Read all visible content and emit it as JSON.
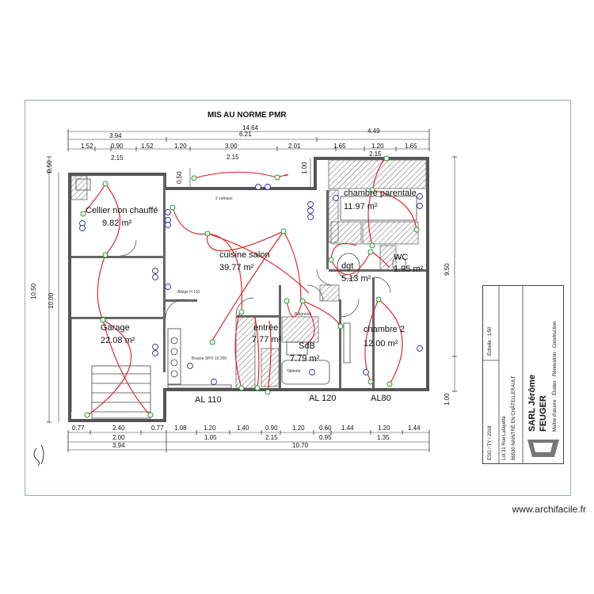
{
  "title": "MIS AU NORME PMR",
  "watermark": "www.archifacile.fr",
  "rooms": {
    "cellier_name": "Cellier non chauffé",
    "cellier_area": "9.82 m²",
    "cuisine_name": "cuisine salon",
    "cuisine_area": "39.77 m²",
    "garage_name": "Garage",
    "garage_area": "22.08 m²",
    "entree_name": "entrée",
    "entree_area": "7.77 m²",
    "sdb_name": "SdB",
    "sdb_area": "7.79 m²",
    "dgt_name": "dgt",
    "dgt_area": "5.13 m²",
    "wc_name": "WC",
    "wc_area": "1.95 m²",
    "ch1_name": "chambre parentale",
    "ch1_area": "11.97 m²",
    "ch2_name": "chambre 2",
    "ch2_area": "12.00 m²"
  },
  "openings": {
    "al110": "AL 110",
    "al120": "AL 120",
    "al80": "AL80",
    "vantaux": "2 vantaux"
  },
  "dims_top": {
    "total": "14.64",
    "a": "3.94",
    "b": "6.21",
    "c": "4.49",
    "r1": "1.52",
    "r2": "0.90",
    "r3": "1.52",
    "r4": "1.20",
    "r5": "3.00",
    "r6": "2.01",
    "r7": "1.65",
    "r8": "1.20",
    "r9": "1.65",
    "s1": "2.15",
    "s2": "2.15",
    "s3": "2.15"
  },
  "dims_bottom": {
    "b1": "0.77",
    "b2": "2.40",
    "b3": "0.77",
    "b4": "1.08",
    "b5": "1.20",
    "b6": "1.40",
    "b7": "0.90",
    "b8": "1.20",
    "b9": "0.60",
    "b10": "1.44",
    "b11": "1.20",
    "b12": "1.44",
    "c1": "2.00",
    "c2": "1.05",
    "c3": "2.15",
    "c4": "0.95",
    "c5": "1.35",
    "d1": "3.94",
    "d2": "10.70"
  },
  "dims_side": {
    "l1": "0.50",
    "l2": "10.50",
    "l3": "10.00",
    "i1": "0.50",
    "i2": "1.00",
    "r1": "9.50",
    "r2": "1.00"
  },
  "small_notes": {
    "n1": "Allège H 110",
    "n2": "Baignoire",
    "n3": "Tablette",
    "n4": "Brasse SPO 16 200",
    "n5": "2 vantaux"
  },
  "cartouche": {
    "brand_line1": "SARL Jérôme",
    "brand_line2": "FEUGER",
    "tagline": "Maître d'œuvre · Études · Rénovation · Construction",
    "address1": "Lot 31 Rue Lafayette",
    "address2": "86530 NAINTRÉ EN CHÂTELLERAULT",
    "scale": "Echelle : 1/50",
    "ref": "ESG / TY / 2018"
  },
  "colors": {
    "wall": "#555555",
    "hatch": "#777777",
    "wire": "#e01818",
    "socket": "#2c2ca8",
    "light": "#1a9a2a"
  }
}
